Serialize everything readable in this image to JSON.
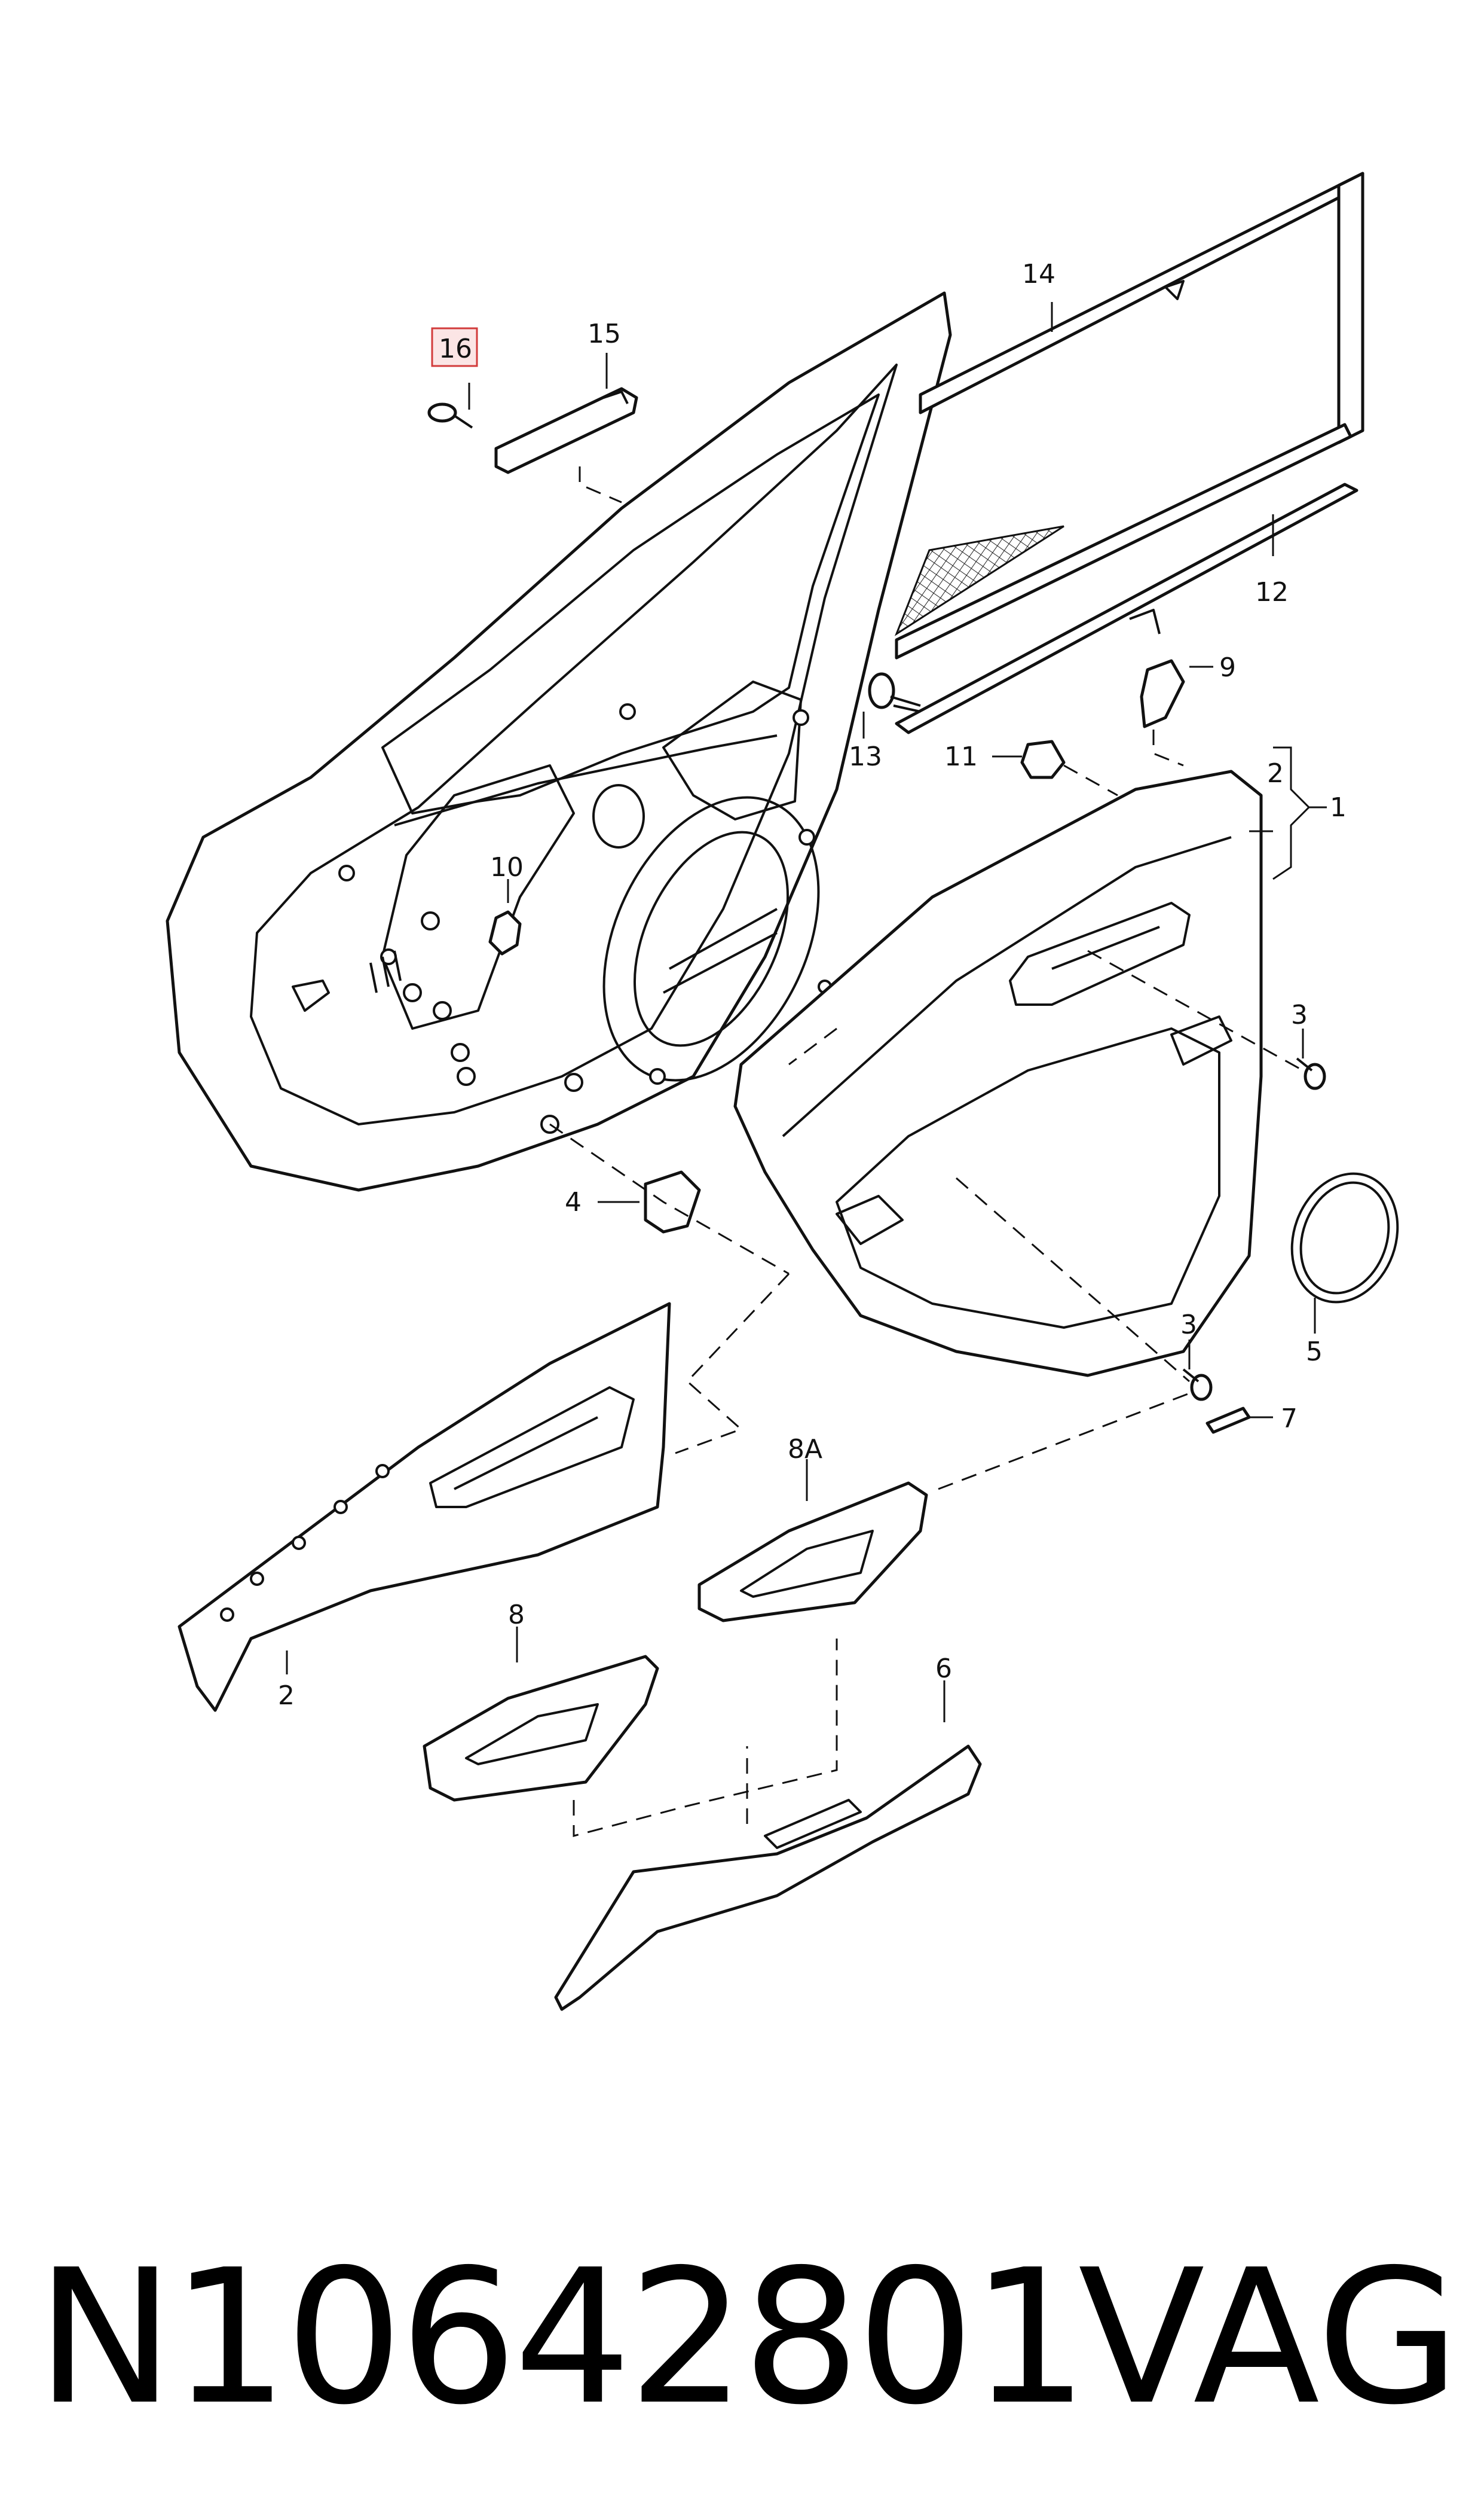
{
  "callouts": {
    "c1": "1",
    "c2a": "2",
    "c2b": "2",
    "c3a": "3",
    "c3b": "3",
    "c4": "4",
    "c5": "5",
    "c6": "6",
    "c7": "7",
    "c8": "8",
    "c8a": "8A",
    "c9": "9",
    "c10": "10",
    "c11": "11",
    "c12": "12",
    "c13": "13",
    "c14": "14",
    "c15": "15",
    "c16": "16"
  },
  "highlight": {
    "callout": "16",
    "box_color": "#d23b3b"
  },
  "footer": {
    "part_number": "N10642801",
    "brand": "VAG"
  }
}
